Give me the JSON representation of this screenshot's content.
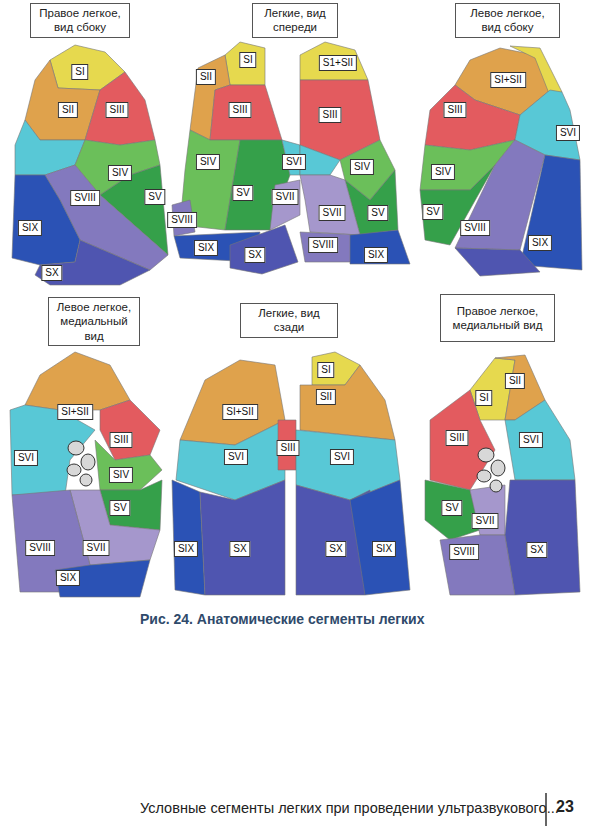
{
  "diagram": {
    "caption": "Рис. 24. Анатомические сегменты легких",
    "nodes": [
      {
        "text": [
          "Правое легкое, вид сбоку"
        ]
      },
      {
        "text": [
          "SI"
        ]
      },
      {
        "text": [
          "SII"
        ]
      },
      {
        "text": [
          "SIII"
        ]
      },
      {
        "text": [
          "SIV"
        ]
      },
      {
        "text": [
          "SVIII"
        ]
      },
      {
        "text": [
          "SV"
        ]
      },
      {
        "text": [
          "SIX"
        ]
      },
      {
        "text": [
          "SX"
        ]
      },
      {
        "text": [
          "Легкие, вид спереди"
        ]
      },
      {
        "text": [
          "SI"
        ]
      },
      {
        "text": [
          "S1+SII"
        ]
      },
      {
        "text": [
          "SII"
        ]
      },
      {
        "text": [
          "SIII"
        ]
      },
      {
        "text": [
          "SIII"
        ]
      },
      {
        "text": [
          "SIV"
        ]
      },
      {
        "text": [
          "SVI"
        ]
      },
      {
        "text": [
          "SIV"
        ]
      },
      {
        "text": [
          "SV"
        ]
      },
      {
        "text": [
          "SVII"
        ]
      },
      {
        "text": [
          "SVII"
        ]
      },
      {
        "text": [
          "SV"
        ]
      },
      {
        "text": [
          "SVIII"
        ]
      },
      {
        "text": [
          "SIX"
        ]
      },
      {
        "text": [
          "SX"
        ]
      },
      {
        "text": [
          "SVIII"
        ]
      },
      {
        "text": [
          "SIX"
        ]
      },
      {
        "text": [
          "Левое легкое, вид сбоку"
        ]
      },
      {
        "text": [
          "SI+SII"
        ]
      },
      {
        "text": [
          "SIII"
        ]
      },
      {
        "text": [
          "SVI"
        ]
      },
      {
        "text": [
          "SIV"
        ]
      },
      {
        "text": [
          "SV"
        ]
      },
      {
        "text": [
          "SVIII"
        ]
      },
      {
        "text": [
          "SIX"
        ]
      },
      {
        "text": [
          "Левое легкое, медиальный вид"
        ]
      },
      {
        "text": [
          "SI+SII"
        ]
      },
      {
        "text": [
          "SIII"
        ]
      },
      {
        "text": [
          "SVI"
        ]
      },
      {
        "text": [
          "SIV"
        ]
      },
      {
        "text": [
          "SV"
        ]
      },
      {
        "text": [
          "SVIII"
        ]
      },
      {
        "text": [
          "SVII"
        ]
      },
      {
        "text": [
          "SIX"
        ]
      },
      {
        "text": [
          "Легкие, вид сзади"
        ]
      },
      {
        "text": [
          "SI"
        ]
      },
      {
        "text": [
          "SII"
        ]
      },
      {
        "text": [
          "SI+SII"
        ]
      },
      {
        "text": [
          "SIII"
        ]
      },
      {
        "text": [
          "SVI"
        ]
      },
      {
        "text": [
          "SVI"
        ]
      },
      {
        "text": [
          "SIX"
        ]
      },
      {
        "text": [
          "SX"
        ]
      },
      {
        "text": [
          "SX"
        ]
      },
      {
        "text": [
          "SIX"
        ]
      },
      {
        "text": [
          "Правое легкое, медиальный вид"
        ]
      },
      {
        "text": [
          "SII"
        ]
      },
      {
        "text": [
          "SI"
        ]
      },
      {
        "text": [
          "SIII"
        ]
      },
      {
        "text": [
          "SVI"
        ]
      },
      {
        "text": [
          "SV"
        ]
      },
      {
        "text": [
          "SVII"
        ]
      },
      {
        "text": [
          "SVIII"
        ]
      },
      {
        "text": [
          "SX"
        ]
      }
    ],
    "labels": [
      "Условные сегменты легких при проведении ультразвукового...",
      "23"
    ]
  }
}
